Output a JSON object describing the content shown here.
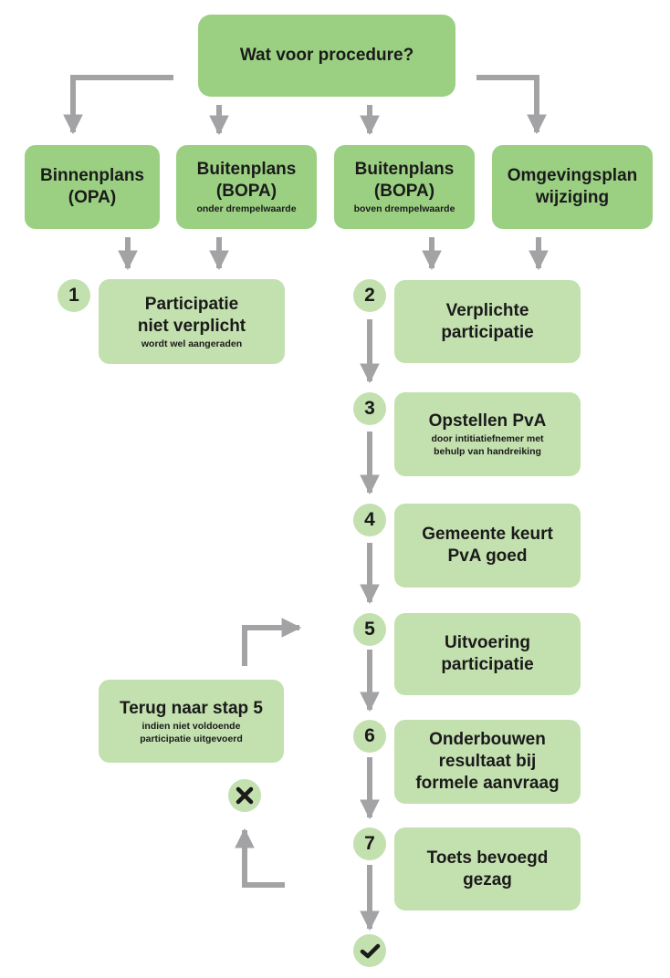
{
  "question": "Wat voor procedure?",
  "procedures": [
    {
      "title": "Binnenplans\n(OPA)",
      "sub": ""
    },
    {
      "title": "Buitenplans\n(BOPA)",
      "sub": "onder drempelwaarde"
    },
    {
      "title": "Buitenplans\n(BOPA)",
      "sub": "boven drempelwaarde"
    },
    {
      "title": "Omgevingsplan\nwijziging",
      "sub": ""
    }
  ],
  "steps": [
    {
      "number": "1",
      "title": "Participatie\nniet verplicht",
      "sub": "wordt wel aangeraden"
    },
    {
      "number": "2",
      "title": "Verplichte\nparticipatie",
      "sub": ""
    },
    {
      "number": "3",
      "title": "Opstellen PvA",
      "sub": "door intitiatiefnemer met\nbehulp van handreiking"
    },
    {
      "number": "4",
      "title": "Gemeente keurt\nPvA goed",
      "sub": ""
    },
    {
      "number": "5",
      "title": "Uitvoering\nparticipatie",
      "sub": ""
    },
    {
      "number": "6",
      "title": "Onderbouwen\nresultaat bij\nformele aanvraag",
      "sub": ""
    },
    {
      "number": "7",
      "title": "Toets bevoegd\ngezag",
      "sub": ""
    }
  ],
  "loop_back": {
    "title": "Terug naar stap 5",
    "sub": "indien niet voldoende\nparticipatie uitgevoerd"
  },
  "symbols": {
    "reject": "cross-icon",
    "approve": "check-icon"
  },
  "colors": {
    "box_dark": "#9bd083",
    "box_light": "#c3e0af",
    "arrow": "#a3a3a6",
    "text": "#1a1a1a"
  }
}
